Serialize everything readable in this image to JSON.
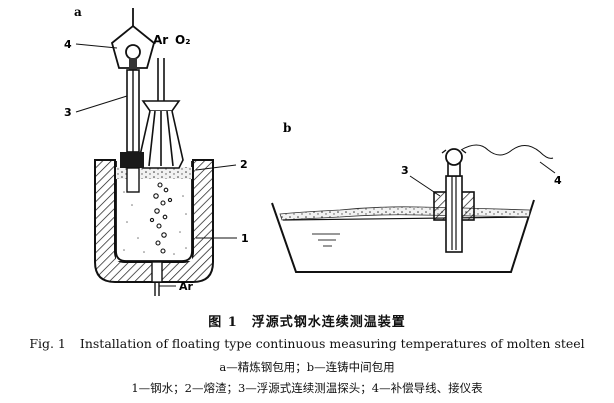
{
  "figure": {
    "panels": [
      "a",
      "b"
    ],
    "gas_labels": [
      "Ar",
      "O₂"
    ],
    "bottom_gas": "Ar",
    "callouts_a": [
      "4",
      "3",
      "2",
      "1"
    ],
    "callouts_b": [
      "3",
      "4"
    ],
    "caption_zh_number": "图 1",
    "caption_zh_title": "浮源式钢水连续测温装置",
    "caption_en_number": "Fig. 1",
    "caption_en_title": "Installation of floating type continuous measuring temperatures of molten steel",
    "caption_sub": "a—精炼钢包用；b—连铸中间包用",
    "caption_legend": "1—钢水；2—熔渣；3—浮源式连续测温探头；4—补偿导线、接仪表"
  }
}
